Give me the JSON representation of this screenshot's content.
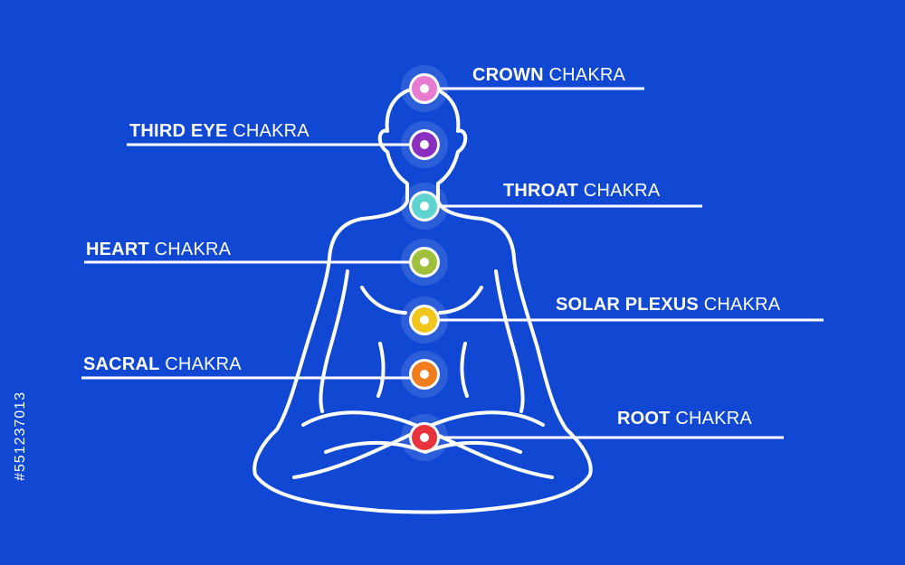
{
  "colors": {
    "background": "#1048d4",
    "outline": "#ffffff"
  },
  "chakras": [
    {
      "id": "crown",
      "name": "CROWN",
      "suffix": "CHAKRA",
      "color": "#e77bd0",
      "side": "right"
    },
    {
      "id": "third-eye",
      "name": "THIRD EYE",
      "suffix": "CHAKRA",
      "color": "#8a2fc0",
      "side": "left"
    },
    {
      "id": "throat",
      "name": "THROAT",
      "suffix": "CHAKRA",
      "color": "#5fd3cf",
      "side": "right"
    },
    {
      "id": "heart",
      "name": "HEART",
      "suffix": "CHAKRA",
      "color": "#9ec03a",
      "side": "left"
    },
    {
      "id": "solar-plexus",
      "name": "SOLAR PLEXUS",
      "suffix": "CHAKRA",
      "color": "#f2c51a",
      "side": "right"
    },
    {
      "id": "sacral",
      "name": "SACRAL",
      "suffix": "CHAKRA",
      "color": "#f27d1d",
      "side": "left"
    },
    {
      "id": "root",
      "name": "ROOT",
      "suffix": "CHAKRA",
      "color": "#e8323c",
      "side": "right"
    }
  ],
  "stock_id": "#551237013"
}
